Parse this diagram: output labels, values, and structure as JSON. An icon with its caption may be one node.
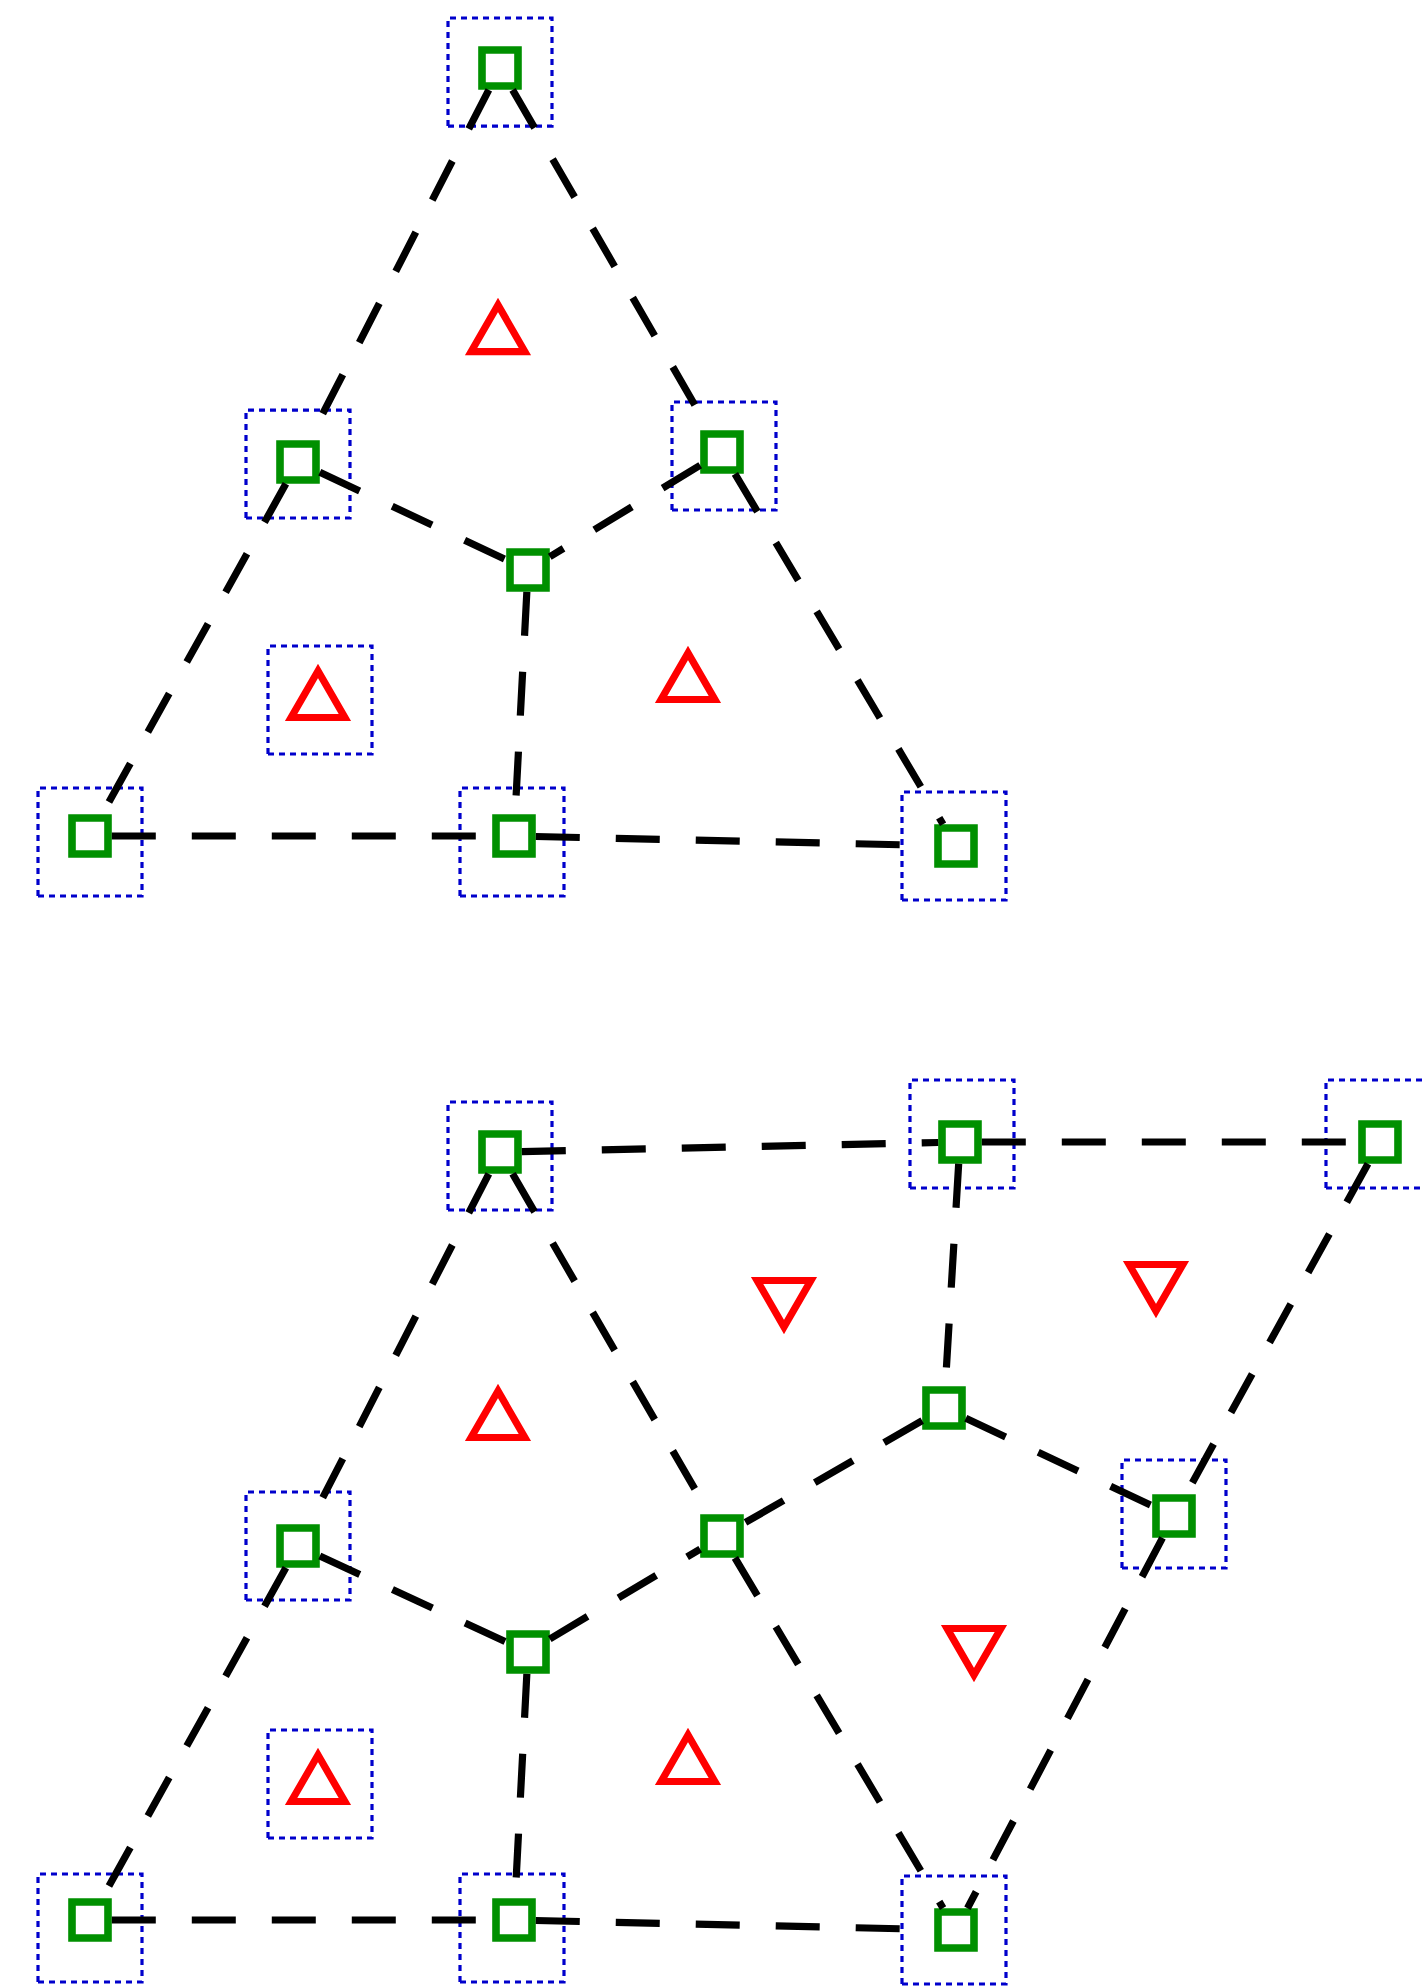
{
  "diagram": {
    "nodes": [
      {
        "text": [],
        "shape": "box"
      },
      {
        "text": [],
        "shape": "square",
        "in": 0
      },
      {
        "text": [],
        "shape": "triangle"
      },
      {
        "text": [],
        "shape": "box"
      },
      {
        "text": [],
        "shape": "square",
        "in": 3
      },
      {
        "text": [],
        "shape": "box"
      },
      {
        "text": [],
        "shape": "square",
        "in": 5
      },
      {
        "text": [],
        "shape": "square"
      },
      {
        "text": [],
        "shape": "box"
      },
      {
        "text": [],
        "shape": "triangle",
        "in": 8
      },
      {
        "text": [],
        "shape": "triangle"
      },
      {
        "text": [],
        "shape": "box"
      },
      {
        "text": [],
        "shape": "square",
        "in": 11
      },
      {
        "text": [],
        "shape": "box"
      },
      {
        "text": [],
        "shape": "square",
        "in": 13
      },
      {
        "text": [],
        "shape": "box"
      },
      {
        "text": [],
        "shape": "square",
        "in": 15
      },
      {
        "text": [],
        "shape": "box"
      },
      {
        "text": [],
        "shape": "square",
        "in": 17
      },
      {
        "text": [],
        "shape": "box"
      },
      {
        "text": [],
        "shape": "square",
        "in": 19
      },
      {
        "text": [],
        "shape": "box"
      },
      {
        "text": [],
        "shape": "square",
        "in": 21
      },
      {
        "text": [],
        "shape": "inverted-triangle"
      },
      {
        "text": [],
        "shape": "inverted-triangle"
      },
      {
        "text": [],
        "shape": "square"
      },
      {
        "text": [],
        "shape": "triangle"
      },
      {
        "text": [],
        "shape": "box"
      },
      {
        "text": [],
        "shape": "square",
        "in": 27
      },
      {
        "text": [],
        "shape": "square"
      },
      {
        "text": [],
        "shape": "box"
      },
      {
        "text": [],
        "shape": "square",
        "in": 30
      },
      {
        "text": [],
        "shape": "inverted-triangle"
      },
      {
        "text": [],
        "shape": "square"
      },
      {
        "text": [],
        "shape": "box"
      },
      {
        "text": [],
        "shape": "triangle",
        "in": 34
      },
      {
        "text": [],
        "shape": "triangle"
      },
      {
        "text": [],
        "shape": "box"
      },
      {
        "text": [],
        "shape": "square",
        "in": 37
      },
      {
        "text": [],
        "shape": "box"
      },
      {
        "text": [],
        "shape": "square",
        "in": 39
      },
      {
        "text": [],
        "shape": "box"
      },
      {
        "text": [],
        "shape": "square",
        "in": 41
      }
    ],
    "edges": [
      {
        "from": 1,
        "to": 6,
        "arrow": "none",
        "style": "dashed"
      },
      {
        "from": 1,
        "to": 4,
        "arrow": "none",
        "style": "dashed"
      },
      {
        "from": 6,
        "to": 7,
        "arrow": "none",
        "style": "dashed"
      },
      {
        "from": 4,
        "to": 7,
        "arrow": "none",
        "style": "dashed"
      },
      {
        "from": 7,
        "to": 14,
        "arrow": "none",
        "style": "dashed"
      },
      {
        "from": 6,
        "to": 12,
        "arrow": "none",
        "style": "dashed"
      },
      {
        "from": 4,
        "to": 16,
        "arrow": "none",
        "style": "dashed"
      },
      {
        "from": 12,
        "to": 14,
        "arrow": "none",
        "style": "dashed"
      },
      {
        "from": 14,
        "to": 16,
        "arrow": "none",
        "style": "dashed"
      },
      {
        "from": 18,
        "to": 20,
        "arrow": "none",
        "style": "dashed"
      },
      {
        "from": 20,
        "to": 22,
        "arrow": "none",
        "style": "dashed"
      },
      {
        "from": 18,
        "to": 28,
        "arrow": "none",
        "style": "dashed"
      },
      {
        "from": 18,
        "to": 29,
        "arrow": "none",
        "style": "dashed"
      },
      {
        "from": 29,
        "to": 42,
        "arrow": "none",
        "style": "dashed"
      },
      {
        "from": 20,
        "to": 25,
        "arrow": "none",
        "style": "dashed"
      },
      {
        "from": 25,
        "to": 29,
        "arrow": "none",
        "style": "dashed"
      },
      {
        "from": 25,
        "to": 31,
        "arrow": "none",
        "style": "dashed"
      },
      {
        "from": 22,
        "to": 31,
        "arrow": "none",
        "style": "dashed"
      },
      {
        "from": 31,
        "to": 42,
        "arrow": "none",
        "style": "dashed"
      },
      {
        "from": 28,
        "to": 33,
        "arrow": "none",
        "style": "dashed"
      },
      {
        "from": 33,
        "to": 29,
        "arrow": "none",
        "style": "dashed"
      },
      {
        "from": 33,
        "to": 40,
        "arrow": "none",
        "style": "dashed"
      },
      {
        "from": 28,
        "to": 38,
        "arrow": "none",
        "style": "dashed"
      },
      {
        "from": 38,
        "to": 40,
        "arrow": "none",
        "style": "dashed"
      },
      {
        "from": 40,
        "to": 42,
        "arrow": "none",
        "style": "dashed"
      }
    ]
  }
}
